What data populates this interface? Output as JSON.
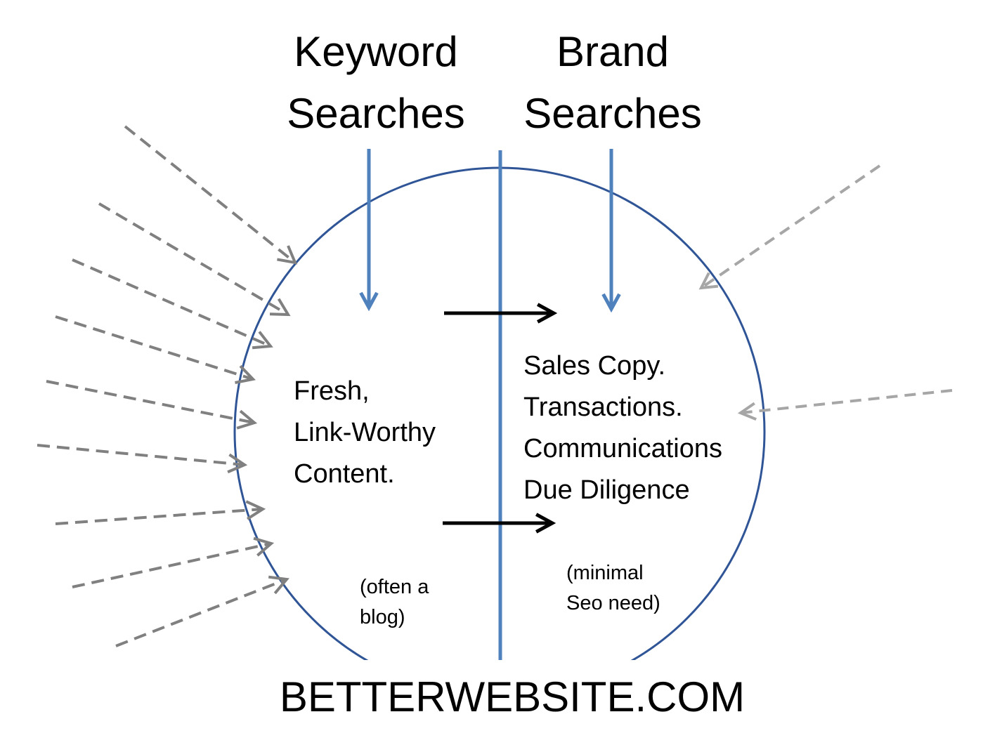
{
  "diagram": {
    "left_heading": {
      "line1": "Keyword",
      "line2": "Searches"
    },
    "right_heading": {
      "line1": "Brand",
      "line2": "Searches"
    },
    "left_content": {
      "line1": "Fresh,",
      "line2": "Link-Worthy",
      "line3": "Content."
    },
    "left_note": {
      "line1": "(often a",
      "line2": "blog)"
    },
    "right_content": {
      "line1": "Sales Copy.",
      "line2": "Transactions.",
      "line3": "Communications",
      "line4": "Due Diligence"
    },
    "right_note": {
      "line1": "(minimal",
      "line2": "Seo need)"
    },
    "footer": "BETTERWEBSITE.COM"
  },
  "colors": {
    "circle": "#2f5597",
    "search_arrows": "#4f81bd",
    "incoming_left_arrows": "#808080",
    "incoming_right_arrows": "#a6a6a6",
    "flow_arrows": "#000000",
    "text": "#000000"
  },
  "icons": {
    "search_arrow": "arrow-down-icon",
    "flow_arrow": "arrow-right-icon",
    "incoming_arrow": "dashed-arrow-icon"
  }
}
